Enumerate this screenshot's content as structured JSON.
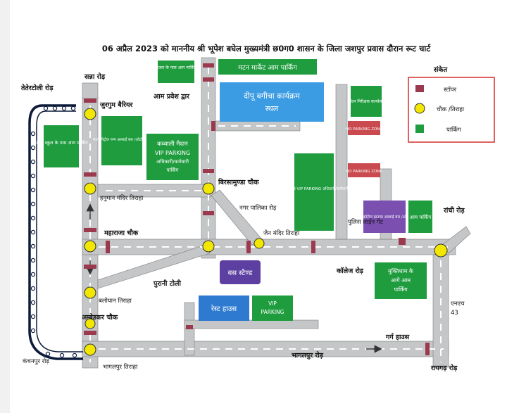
{
  "title": "06 अप्रैल 2023 को माननीय श्री भूपेश बघेल मुख्यमंत्री छ0ग0 शासन के जिला जशपुर प्रवास दौरान रूट चार्ट",
  "legend": {
    "heading": "संकेत",
    "stopper": "स्टॉपर",
    "junction": "चौक /तिराहा",
    "parking": "पार्किंग"
  },
  "colors": {
    "road": "#c4c6c8",
    "parking_green": "#1e9c3e",
    "stopper": "#9b3a4f",
    "junction": "#f2e700",
    "blue_venue": "#3b9be3",
    "rest_house": "#2e7ad0",
    "bus_stand": "#5c3fa0",
    "police_parking": "#7a4fb0",
    "no_parking": "#c94a4f",
    "legend_border": "#d32f2f",
    "route_outline": "#0d1b3a"
  },
  "roads": {
    "tetertoli": "तेतेरटोली रोड़",
    "sanna": "सन्ना रोड़",
    "aam_pravesh": "आम प्रवेश द्वार",
    "jurgum": "जुरगुम बैरियर",
    "hanuman": "हनुमान मंदिर तिराहा",
    "birsamunda": "बिरसामुण्डा चौक",
    "nagar_palika": "नगर पालिका रोड़",
    "jain_mandir": "जैन मंदिर तिराहा",
    "maharaja": "महाराजा चौक",
    "ranchi": "रांची रोड़",
    "college": "कॉलेज रोड़",
    "purani_toli": "पुरानी टोली",
    "baloyan": "बलोयान तिराहा",
    "ambedkar": "अम्बेडकर चौक",
    "kanchanpur": "कंचनपुर रोड़",
    "bhagalpur_tiraha": "भागलपुर तिराहा",
    "bhagalpur_road": "भागलपुर रोड़",
    "garg_house": "गर्ग हाउस",
    "raigarh": "रायगढ़ रोड़",
    "nh43_line1": "एनएच",
    "nh43_line2": "43",
    "police_line": "पुलिस लाईन गेट"
  },
  "boxes": {
    "mazar": "मजार के पास आम पार्किंग",
    "matan": "मटन मार्केट आम पार्किंग",
    "deepu_line1": "दीपू बगीचा कार्यक्रम",
    "deepu_line2": "स्थल",
    "saran_school": "सरना स्कूल के पास आम पार्किंग",
    "bharat_petrol": "भारत पेट्रोल पम्प अस्थाई बस /ऑटो स्टेण्ड",
    "kabbali_line1": "कव्वाली मैदान",
    "kabbali_line2": "VIP PARKING",
    "kabbali_line3": "अधिकारी/कर्मचारी",
    "kabbali_line4": "पार्किंग",
    "police_ground": "पुलिस परेड ग्राउण्ड VIP PARKING अधिकारी/कर्मचारी पार्किंग",
    "town_inspector": "टॉउन निरीक्षक कार्यालय",
    "no_parking_1": "NO PARKING ZONE",
    "no_parking_2": "NO PARKING ZONE",
    "aidas_college": "एनईएस कॉलेज ग्राउण्ड अस्थाई बस /ऑटो स्टेण्ड",
    "aam_parking_right": "आम पार्किंग",
    "bus_stand": "बस स्टैण्ड",
    "rest_house": "रेस्ट हाउस",
    "vip_parking_line1": "VIP",
    "vip_parking_line2": "PARKING",
    "mukti_line1": "मुक्तिधाम के",
    "mukti_line2": "आगे आम",
    "mukti_line3": "पार्किंग"
  }
}
